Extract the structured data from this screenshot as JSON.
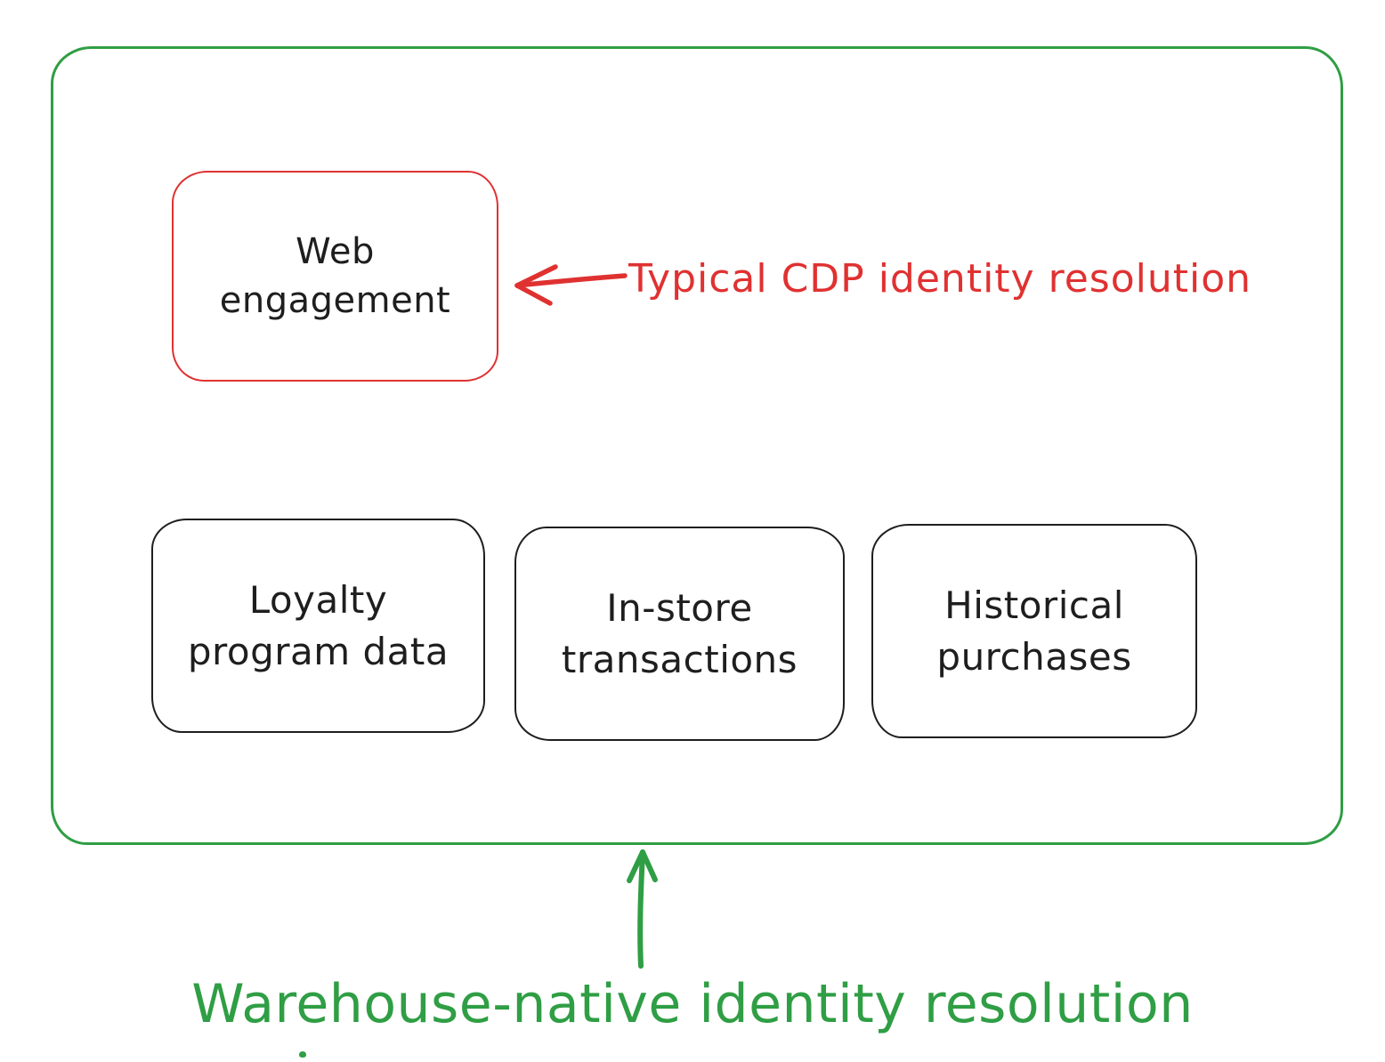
{
  "colors": {
    "green": "#2f9e44",
    "red": "#e03131",
    "ink": "#1e1e1e",
    "background": "#ffffff"
  },
  "boxes": {
    "web_engagement": {
      "label": "Web\nengagement",
      "border_color": "#e03131"
    },
    "loyalty": {
      "label": "Loyalty\nprogram data",
      "border_color": "#1e1e1e"
    },
    "in_store": {
      "label": "In-store\ntransactions",
      "border_color": "#1e1e1e"
    },
    "historical": {
      "label": "Historical\npurchases",
      "border_color": "#1e1e1e"
    }
  },
  "annotations": {
    "cdp": {
      "text": "Typical CDP identity resolution",
      "color": "#e03131",
      "arrow_icon": "left-arrow",
      "points_to": "web_engagement"
    },
    "warehouse_native": {
      "text": "Warehouse-native identity resolution",
      "color": "#2f9e44",
      "arrow_icon": "up-arrow",
      "points_to": "outer_container"
    }
  }
}
